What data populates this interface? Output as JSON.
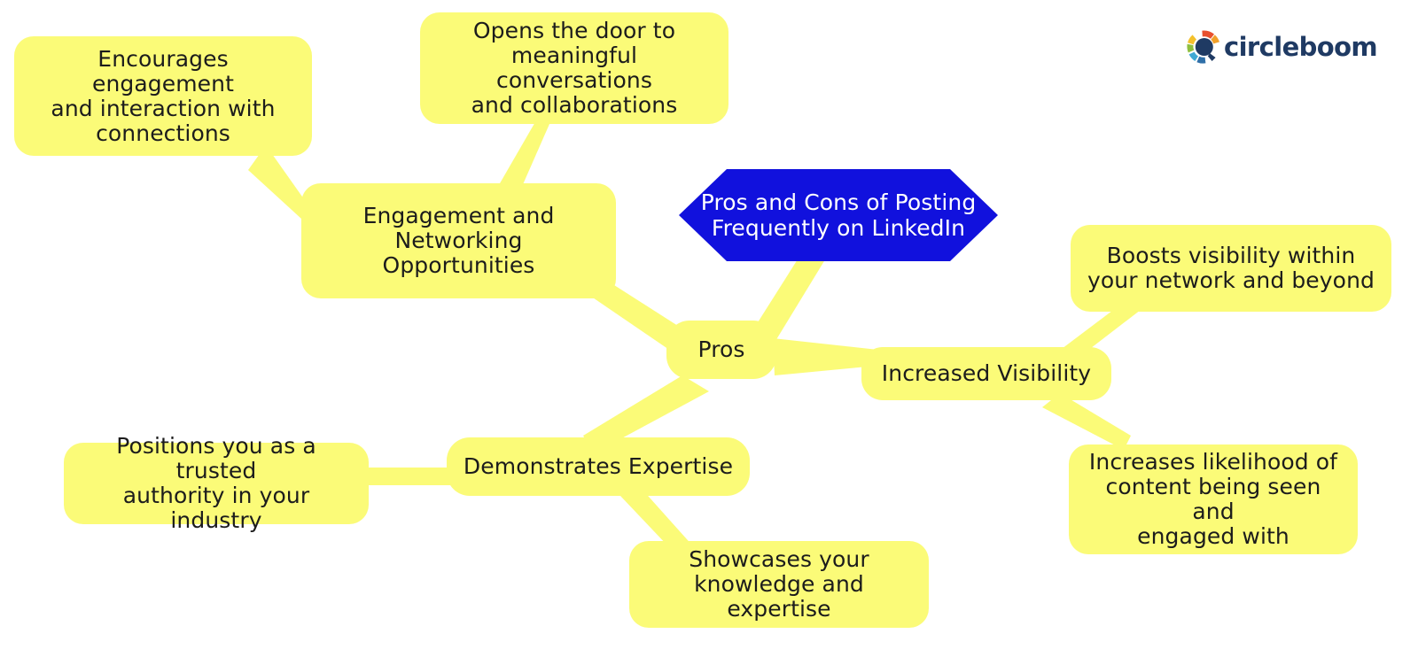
{
  "brand": {
    "name": "circleboom",
    "logo_icon": "circleboom-logo-icon",
    "wordmark_color": "#1f3a63",
    "segment_colors": [
      "#e8502e",
      "#f0a02a",
      "#f4c12c",
      "#8fbf3f",
      "#3fa9d4",
      "#2f6fa8",
      "#1f3a63"
    ]
  },
  "diagram": {
    "type": "mind-map",
    "background_color": "#ffffff",
    "node_color": "#fbfb78",
    "node_text_color": "#1c1c1c",
    "root_color": "#1111dd",
    "root_text_color": "#ffffff",
    "edge_color": "#fbfb78",
    "root": {
      "label": "Pros and Cons of Posting\nFrequently on LinkedIn"
    },
    "branch": {
      "label": "Pros"
    },
    "topics": [
      {
        "label": "Engagement and\nNetworking Opportunities",
        "children": [
          {
            "label": "Encourages engagement\nand interaction with\nconnections"
          },
          {
            "label": "Opens the door to\nmeaningful conversations\nand collaborations"
          }
        ]
      },
      {
        "label": "Increased Visibility",
        "children": [
          {
            "label": "Boosts visibility within\nyour network and beyond"
          },
          {
            "label": "Increases likelihood of\ncontent being seen and\nengaged with"
          }
        ]
      },
      {
        "label": "Demonstrates Expertise",
        "children": [
          {
            "label": "Positions you as a trusted\nauthority in your industry"
          },
          {
            "label": "Showcases your\nknowledge and expertise"
          }
        ]
      }
    ]
  }
}
